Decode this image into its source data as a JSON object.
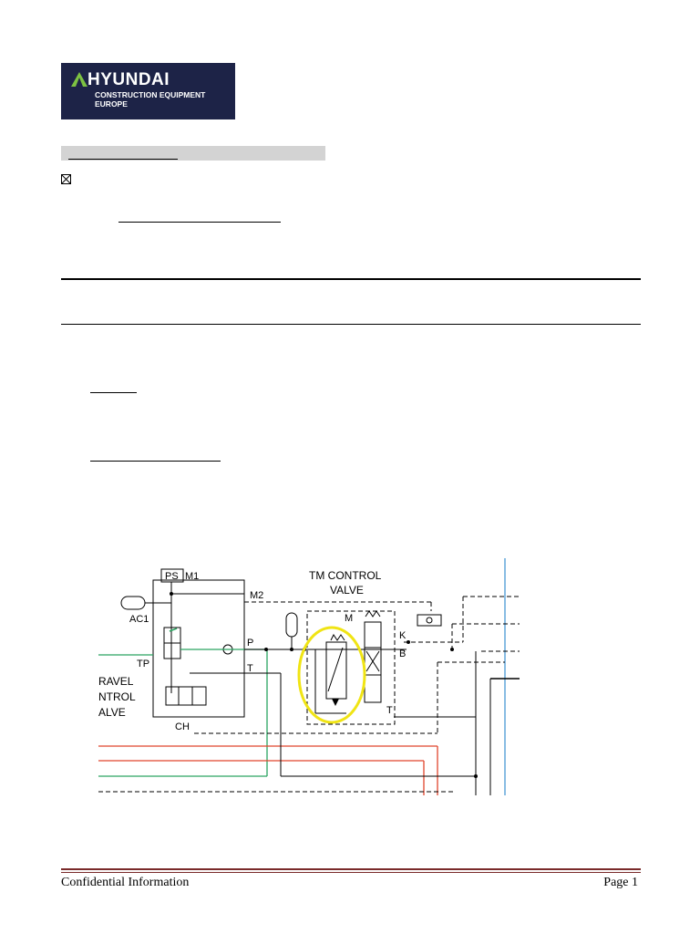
{
  "logo": {
    "brand": "HYUNDAI",
    "line1": "CONSTRUCTION EQUIPMENT",
    "line2": "EUROPE"
  },
  "schematic": {
    "valve_title_line1": "TM CONTROL",
    "valve_title_line2": "VALVE",
    "label_ps": "PS",
    "label_m1": "M1",
    "label_m2": "M2",
    "label_ac1": "AC1",
    "label_tp": "TP",
    "label_p": "P",
    "label_t_left": "T",
    "label_ch": "CH",
    "label_m": "M",
    "label_k": "K",
    "label_b": "B",
    "label_t_right": "T",
    "travel_line1": "RAVEL",
    "travel_line2": "NTROL",
    "travel_line3": "ALVE",
    "colors": {
      "pilot_green": "#2aa561",
      "pressure_red": "#e0442c",
      "highlight_yellow": "#f0e414",
      "boundary_blue": "#3a8fd0"
    }
  },
  "footer": {
    "left": "Confidential Information",
    "right": "Page 1"
  }
}
